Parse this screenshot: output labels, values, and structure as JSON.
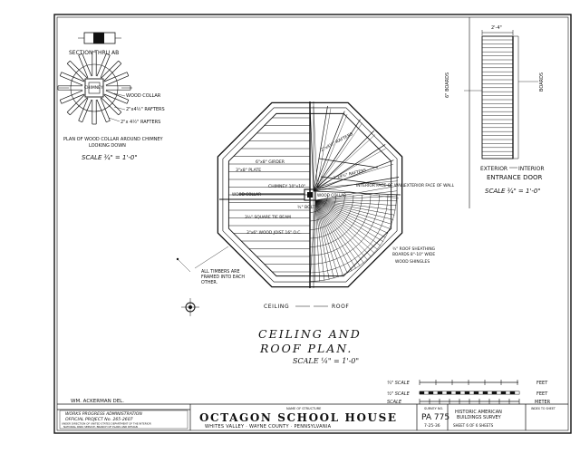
{
  "detail_chimney": {
    "section_label": "SECTION THRU AB",
    "chimney": "CHIMNEY",
    "wood_collar": "WOOD COLLAR",
    "rafters_1": "2\"x4½\" RAFTERS",
    "rafters_2": "2\"x 4½\" RAFTERS",
    "caption_1": "PLAN OF WOOD COLLAR AROUND CHIMNEY",
    "caption_2": "LOOKING DOWN",
    "scale": "SCALE ¾\" = 1'-0\""
  },
  "entrance_door": {
    "dim_top": "2'-4\"",
    "boards": "6\" BOARDS",
    "boards_right": "BOARDS",
    "exterior": "EXTERIOR",
    "interior": "INTERIOR",
    "title": "ENTRANCE DOOR",
    "scale": "SCALE ¾\" = 1'-0\""
  },
  "plan_notes": {
    "tie_beam": "6\"x8\" GIRDER",
    "plate": "3\"x8\" PLATE",
    "chimney": "CHIMNEY 10\"x10\"",
    "collar": "WOOD COLLAR",
    "rafters": "2\"x4½\" RAFTERS",
    "scissor": "2\"x4½\" RAFTERS",
    "ceiling_joists": "3\"x6\" WOOD JOIST 16\" O.C.",
    "joists": "3½\" SQUARE TIE BEAM",
    "bolt": "¾\" BOLT",
    "interior_face": "INTERIOR FACE OF WALL",
    "exterior_face": "EXTERIOR FACE OF WALL",
    "roof_sheathing_1": "¾\" ROOF SHEATHING",
    "roof_sheathing_2": "BOARDS 8\"-10\" WIDE",
    "wood_shingles": "WOOD SHINGLES",
    "timbers_1": "ALL TIMBERS ARE",
    "timbers_2": "FRAMED INTO EACH",
    "timbers_3": "OTHER.",
    "ceiling": "CEILING",
    "roof": "ROOF"
  },
  "plan_title": {
    "line1": "CEILING AND",
    "line2": "ROOF PLAN.",
    "scale": "SCALE ¼\" = 1'-0\""
  },
  "scales": {
    "row1_label": "¼\" SCALE",
    "row2_label": "½\" SCALE",
    "row3_label": "SCALE",
    "unit_feet": "FEET",
    "unit_meter": "METER"
  },
  "title_block": {
    "drawn_by": "WM. ACKERMAN DEL.",
    "wpa_1": "WORKS PROGRESS ADMINISTRATION",
    "wpa_2": "OFFICIAL PROJECT No. 265-2607",
    "wpa_3": "UNDER DIRECTION OF UNITED STATES DEPARTMENT OF THE INTERIOR",
    "wpa_4": "NATIONAL PARK SERVICE, BRANCH OF PLANS AND DESIGN",
    "name_label": "NAME OF STRUCTURE",
    "name": "OCTAGON SCHOOL HOUSE",
    "location": "WHITES VALLEY · WAYNE COUNTY · PENNSYLVANIA",
    "survey_label": "SURVEY NO.",
    "survey_no": "PA 775",
    "date": "7-25-36",
    "habs_1": "HISTORIC AMERICAN",
    "habs_2": "BUILDINGS SURVEY",
    "sheet": "SHEET 6 OF 6 SHEETS",
    "index_label": "INDEX TO SHEET"
  }
}
